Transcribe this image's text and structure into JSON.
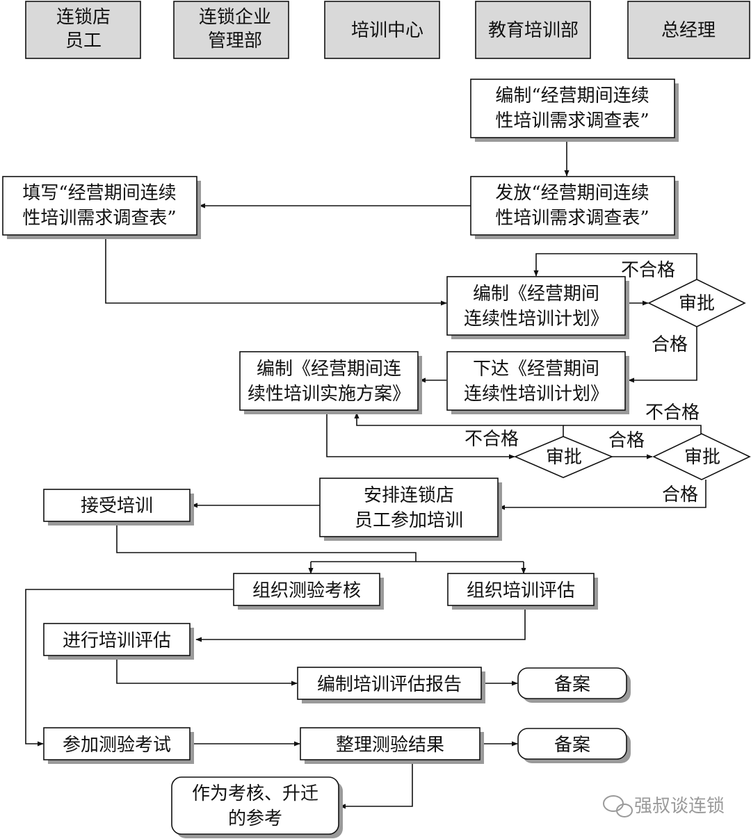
{
  "headers": {
    "store_staff": [
      "连锁店",
      "员工"
    ],
    "enterprise_mgmt": [
      "连锁企业",
      "管理部"
    ],
    "training_center": [
      "培训中心"
    ],
    "education_dept": [
      "教育培训部"
    ],
    "general_manager": [
      "总经理"
    ]
  },
  "nodes": {
    "compile_survey": [
      "编制“经营期间连续",
      "性培训需求调查表”"
    ],
    "issue_survey": [
      "发放“经营期间连续",
      "性培训需求调查表”"
    ],
    "fill_survey": [
      "填写“经营期间连续",
      "性培训需求调查表”"
    ],
    "compile_plan": [
      "编制《经营期间",
      "连续性培训计划》"
    ],
    "approve_1": [
      "审批"
    ],
    "issue_plan": [
      "下达《经营期间",
      "连续性培训计划》"
    ],
    "compile_scheme": [
      "编制《经营期间连",
      "续性培训实施方案》"
    ],
    "approve_2": [
      "审批"
    ],
    "approve_3": [
      "审批"
    ],
    "arrange_training": [
      "安排连锁店",
      "员工参加培训"
    ],
    "receive_training": [
      "接受培训"
    ],
    "organize_test": [
      "组织测验考核"
    ],
    "organize_evaluation": [
      "组织培训评估"
    ],
    "conduct_evaluation": [
      "进行培训评估"
    ],
    "compile_report": [
      "编制培训评估报告"
    ],
    "archive_1": [
      "备案"
    ],
    "take_exam": [
      "参加测验考试"
    ],
    "sort_results": [
      "整理测验结果"
    ],
    "archive_2": [
      "备案"
    ],
    "reference": [
      "作为考核、升迁",
      "的参考"
    ]
  },
  "edge_labels": {
    "fail_1": "不合格",
    "pass_1": "合格",
    "fail_2": "不合格",
    "pass_2": "合格",
    "fail_3": "不合格",
    "pass_3": "合格"
  },
  "watermark": "强叔谈连锁",
  "colors": {
    "header_fill": "#d9d9d9",
    "line": "#111111",
    "shadow": "#9a9a9a",
    "watermark": "#9a9a9a"
  }
}
